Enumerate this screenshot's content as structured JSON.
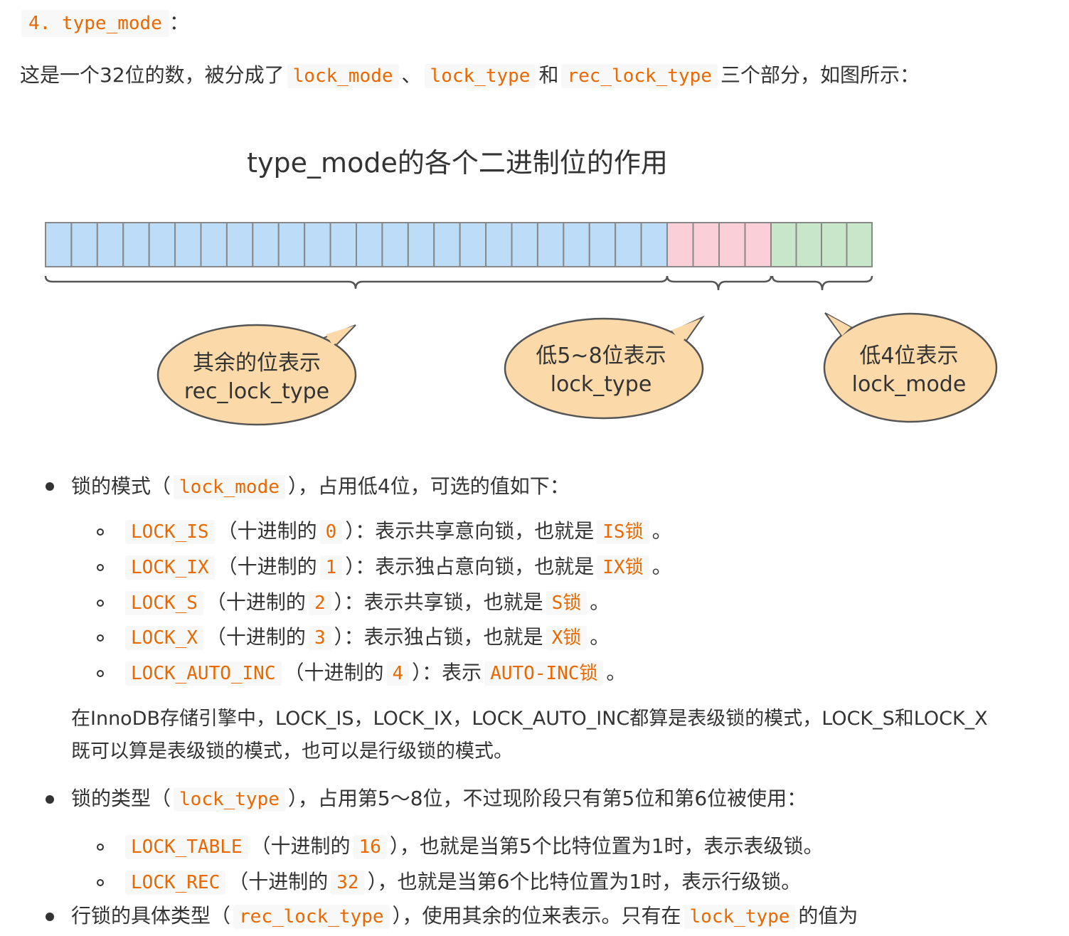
{
  "heading": {
    "number": "4.",
    "code": "type_mode",
    "colon": "："
  },
  "intro": {
    "text1": "这是一个32位的数，被分成了",
    "code1": "lock_mode",
    "sep1": "、",
    "code2": "lock_type",
    "sep2": "和",
    "code3": "rec_lock_type",
    "text2": "三个部分，如图所示："
  },
  "figure": {
    "title": "type_mode的各个二进制位的作用",
    "bubbles": [
      {
        "line1": "其余的位表示",
        "line2": "rec_lock_type"
      },
      {
        "line1": "低5~8位表示",
        "line2": "lock_type"
      },
      {
        "line1": "低4位表示",
        "line2": "lock_mode"
      }
    ],
    "colors": {
      "blue": "#bddcf7",
      "pink": "#fbcfd8",
      "green": "#c8e6c9",
      "bubble": "#fbd9a9",
      "stroke": "#555555"
    },
    "bit_counts": {
      "rec_lock_type": 24,
      "lock_type": 4,
      "lock_mode": 4
    }
  },
  "lock_mode": {
    "lead1": "锁的模式（",
    "code": "lock_mode",
    "lead2": "），占用低4位，可选的值如下：",
    "items": [
      {
        "name": "LOCK_IS",
        "pre": "（十进制的",
        "value": "0",
        "post": "）：表示共享意向锁，也就是",
        "tag": "IS锁",
        "end": "。"
      },
      {
        "name": "LOCK_IX",
        "pre": "（十进制的",
        "value": "1",
        "post": "）：表示独占意向锁，也就是",
        "tag": "IX锁",
        "end": "。"
      },
      {
        "name": "LOCK_S",
        "pre": "（十进制的",
        "value": "2",
        "post": "）：表示共享锁，也就是",
        "tag": "S锁",
        "end": "。"
      },
      {
        "name": "LOCK_X",
        "pre": "（十进制的",
        "value": "3",
        "post": "）：表示独占锁，也就是",
        "tag": "X锁",
        "end": "。"
      },
      {
        "name": "LOCK_AUTO_INC",
        "pre": "（十进制的",
        "value": "4",
        "post": "）：表示",
        "tag": "AUTO-INC锁",
        "end": "。"
      }
    ],
    "note": "在InnoDB存储引擎中，LOCK_IS，LOCK_IX，LOCK_AUTO_INC都算是表级锁的模式，LOCK_S和LOCK_X既可以算是表级锁的模式，也可以是行级锁的模式。"
  },
  "lock_type": {
    "lead1": "锁的类型（",
    "code": "lock_type",
    "lead2": "），占用第5～8位，不过现阶段只有第5位和第6位被使用：",
    "items": [
      {
        "name": "LOCK_TABLE",
        "pre": "（十进制的",
        "value": "16",
        "post": "），也就是当第5个比特位置为1时，表示表级锁。"
      },
      {
        "name": "LOCK_REC",
        "pre": "（十进制的",
        "value": "32",
        "post": "），也就是当第6个比特位置为1时，表示行级锁。"
      }
    ]
  },
  "rec_lock_type": {
    "lead1": "行锁的具体类型（",
    "code": "rec_lock_type",
    "lead2": "），使用其余的位来表示。只有在",
    "code2": "lock_type",
    "lead3": "的值为"
  }
}
